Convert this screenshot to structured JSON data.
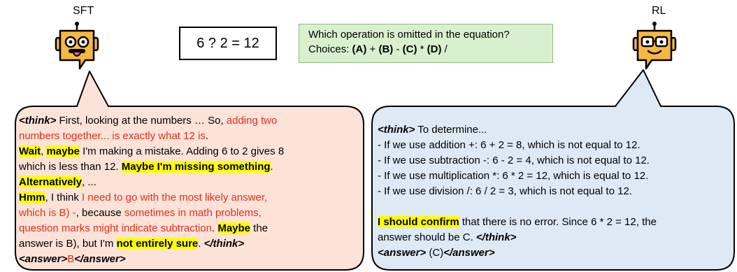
{
  "labels": {
    "sft": "SFT",
    "rl": "RL"
  },
  "equation": "6 ? 2 = 12",
  "question": {
    "line1": "Which operation is omitted in the equation?",
    "choices_prefix": "Choices: ",
    "a": "(A)",
    "a_op": " + ",
    "b": "(B)",
    "b_op": " - ",
    "c": "(C)",
    "c_op": " * ",
    "d": "(D)",
    "d_op": " /"
  },
  "sft": {
    "think_open": "<think>",
    "s1": " First, looking at the numbers … So, ",
    "s1_red": "adding two",
    "s2_red": "numbers together... is exactly what 12 is",
    "s2_end": ".",
    "wait": "Wait",
    "comma1": ", ",
    "maybe1": "maybe",
    "s3": " I'm making a mistake. Adding 6 to 2 gives 8",
    "s4": "which is less than 12. ",
    "missing": "Maybe I'm missing something",
    "s4_end": ".",
    "alternatively": "Alternatively",
    "s5": ", ...",
    "hmm": "Hmm",
    "s6": ", I think ",
    "s6_red": "I need to go with the most likely answer,",
    "s7_red": "which is B) -",
    "s7": ", because ",
    "s7_red2": "sometimes in math problems,",
    "s8_red": "question marks might indicate subtraction",
    "s8": ". ",
    "maybe2": "Maybe",
    "s8_end": " the",
    "s9": "answer is B), but I'm ",
    "notsure": "not entirely sure",
    "s9_end": ". ",
    "think_close": "</think>",
    "answer_open": "<answer>",
    "answer": "B",
    "answer_close": "</answer>"
  },
  "rl": {
    "think_open": "<think>",
    "intro": " To determine...",
    "l1": "- If we use addition +: 6 + 2 = 8, which is not equal to 12.",
    "l2": "- If we use subtraction -: 6 - 2 = 4, which is not equal to 12.",
    "l3": "- If we use multiplication *: 6 * 2 = 12, which is equal to 12.",
    "l4": "- If we use division /: 6 / 2 = 3, which is not equal to 12.",
    "confirm": "I should confirm",
    "c1": " that there is no error. Since 6 * 2 = 12, the",
    "c2": "answer should be C. ",
    "think_close": "</think>",
    "answer_open": "<answer>",
    "answer": " (C)",
    "answer_close": "</answer>"
  },
  "colors": {
    "sft_bubble": "#fde2d8",
    "rl_bubble": "#dde9f5",
    "question_bg": "#d9f0cf",
    "highlight": "#ffff00",
    "red_text": "#e0301e",
    "robot_body": "#f5b942"
  }
}
